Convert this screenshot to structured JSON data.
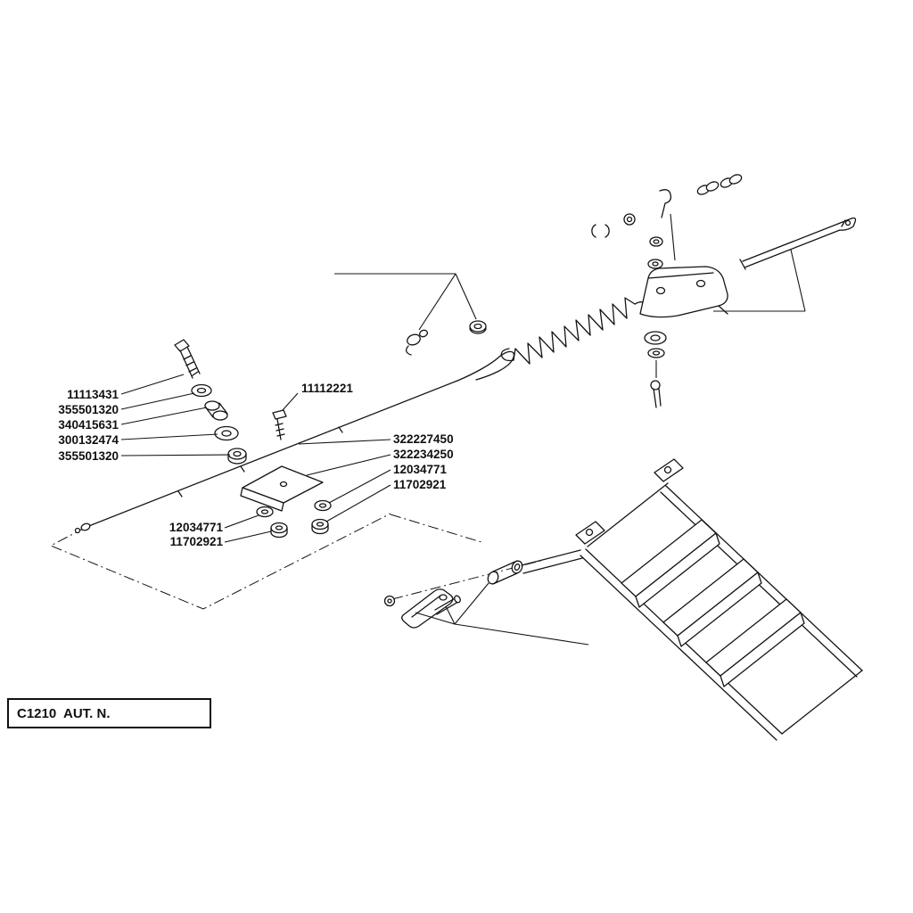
{
  "title_box": {
    "label": "C1210  AUT. N."
  },
  "colors": {
    "ink": "#141414",
    "paper": "#ffffff"
  },
  "labels": [
    {
      "text": "11113431"
    },
    {
      "text": "355501320"
    },
    {
      "text": "340415631"
    },
    {
      "text": "300132474"
    },
    {
      "text": "355501320"
    },
    {
      "text": "11112221"
    },
    {
      "text": "322227450"
    },
    {
      "text": "322234250"
    },
    {
      "text": "12034771"
    },
    {
      "text": "11702921"
    },
    {
      "text": "12034771"
    },
    {
      "text": "11702921"
    }
  ]
}
